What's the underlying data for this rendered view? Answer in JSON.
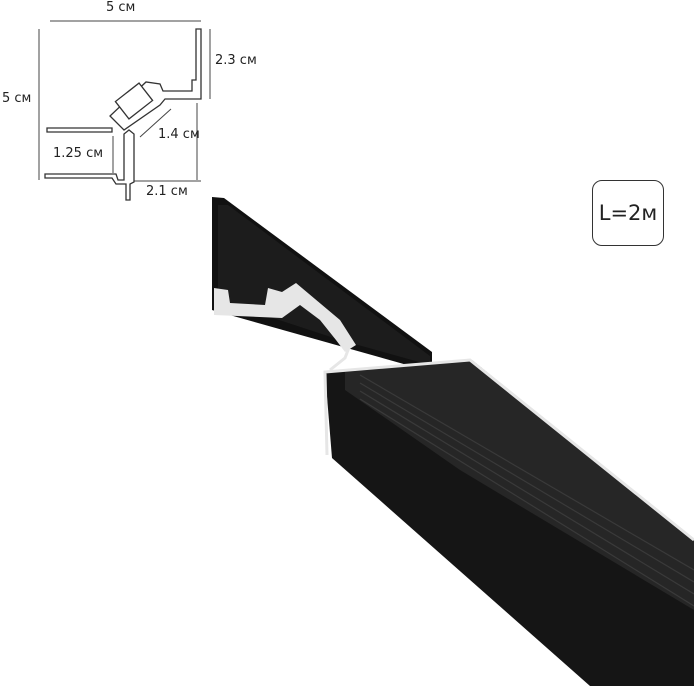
{
  "dimensions": {
    "top_width": "5 см",
    "left_height": "5 см",
    "upper_right_height": "2.3 см",
    "diagonal_width": "1.4 см",
    "lower_left_height": "1.25 см",
    "bottom_width": "2.1 см"
  },
  "length_badge": "L=2м",
  "colors": {
    "profile": "#1a1a1a",
    "profile_edge": "#e8e8e8",
    "drawing_line": "#333333"
  }
}
